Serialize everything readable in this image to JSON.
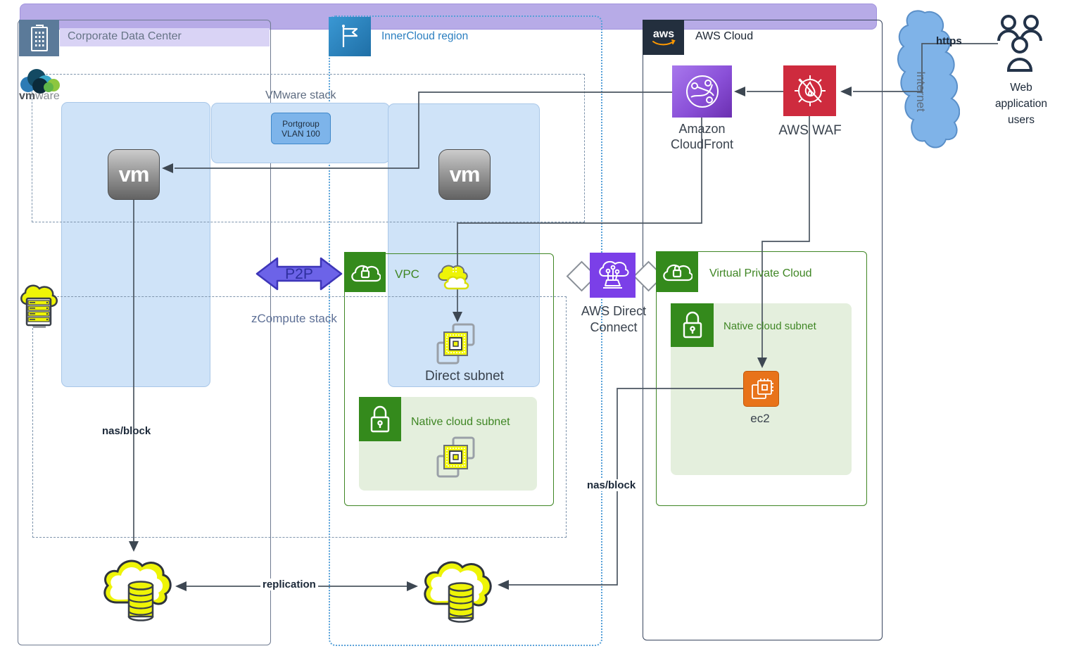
{
  "containers": {
    "corporate": {
      "title": "Corporate Data Center"
    },
    "innercloud": {
      "title": "InnerCloud region"
    },
    "aws": {
      "title": "AWS Cloud",
      "logo": "aws"
    }
  },
  "stacks": {
    "vmware": "VMware stack",
    "zcompute": "zCompute stack"
  },
  "vmware_logo": {
    "vm": "vm",
    "ware": "ware"
  },
  "portgroup": {
    "line1": "Portgroup",
    "line2": "VLAN 100"
  },
  "vm": {
    "label": "vm"
  },
  "p2p": {
    "label": "P2P"
  },
  "vpc_mid": {
    "label": "VPC",
    "direct_subnet": "Direct subnet",
    "native_subnet": "Native cloud subnet"
  },
  "vpc_right": {
    "label": "Virtual Private Cloud",
    "native_subnet": "Native cloud subnet",
    "ec2": "ec2"
  },
  "direct_connect": {
    "line1": "AWS Direct",
    "line2": "Connect"
  },
  "cloudfront": {
    "line1": "Amazon",
    "line2": "CloudFront"
  },
  "waf": {
    "label": "AWS WAF"
  },
  "internet": {
    "label": "Internet"
  },
  "https_label": "https",
  "users": {
    "line1": "Web",
    "line2": "application",
    "line3": "users"
  },
  "edges": {
    "nas_block": "nas/block",
    "replication": "replication"
  },
  "colors": {
    "aws_green": "#3F8624",
    "aws_orange": "#E8731A",
    "direct_connect_purple": "#7B3FE8",
    "waf_red": "#CE2B3E",
    "cloudfront_purple": "#8A50D8",
    "banner_lavender": "#B7ABE7",
    "innercloud_blue": "#2B7FC0",
    "line": "#4B5661",
    "light_blue_fill": "#CFE3F8",
    "light_green_fill": "#E4EFDD",
    "storage_yellow": "#EEF407",
    "internet_blue": "#7FB3E8"
  }
}
